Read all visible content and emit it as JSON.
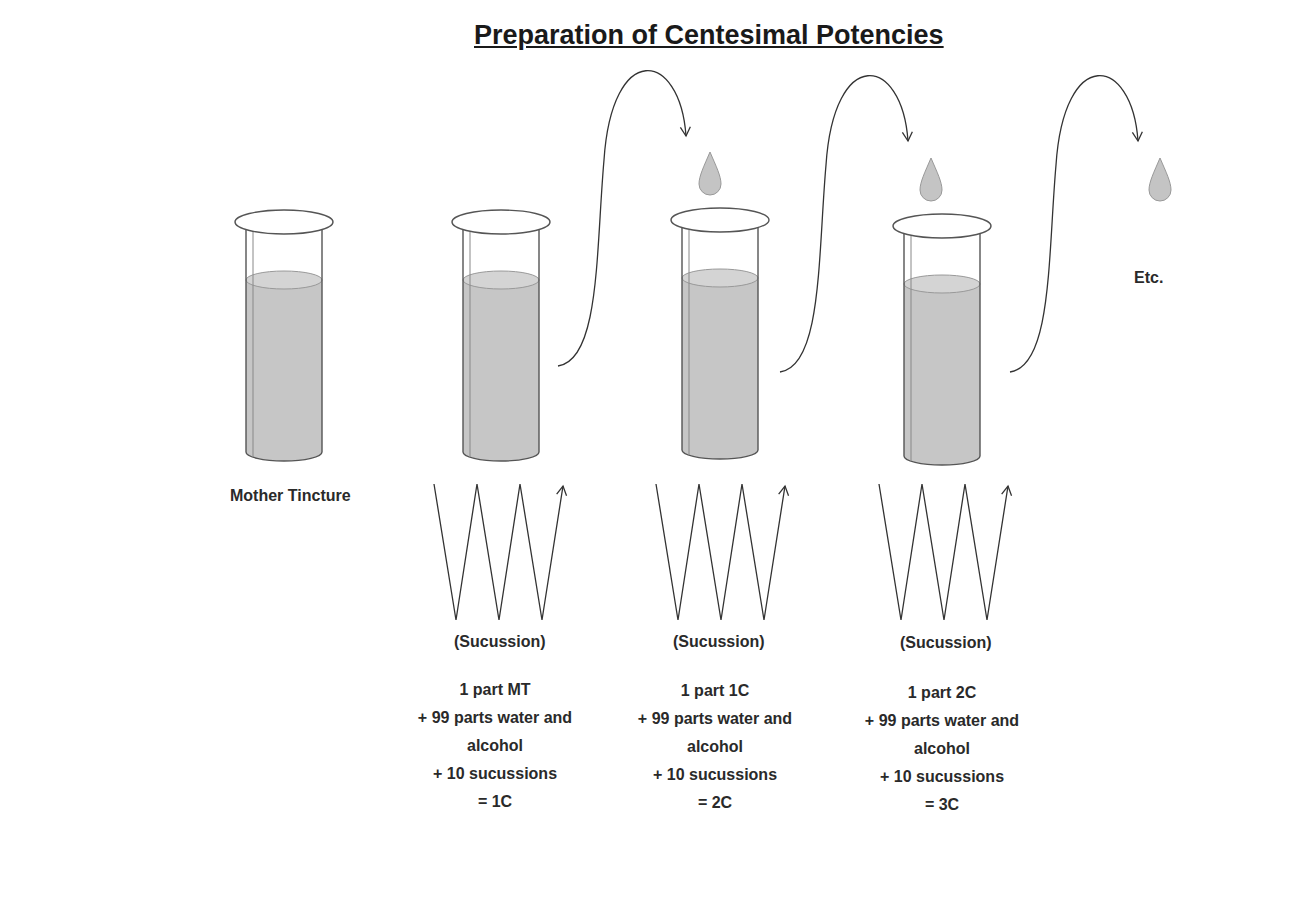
{
  "diagram": {
    "title": "Preparation of Centesimal Potencies",
    "labels": [
      "Mother Tincture",
      "(Sucussion)",
      "(Sucussion)",
      "(Sucussion)",
      "1 part MT + 99 parts water and alcohol + 10 sucussions = 1C",
      "1 part 1C + 99 parts water and alcohol + 10 sucussions = 2C",
      "1 part  2C + 99 parts water and alcohol + 10 sucussions = 3C",
      "Etc."
    ]
  }
}
